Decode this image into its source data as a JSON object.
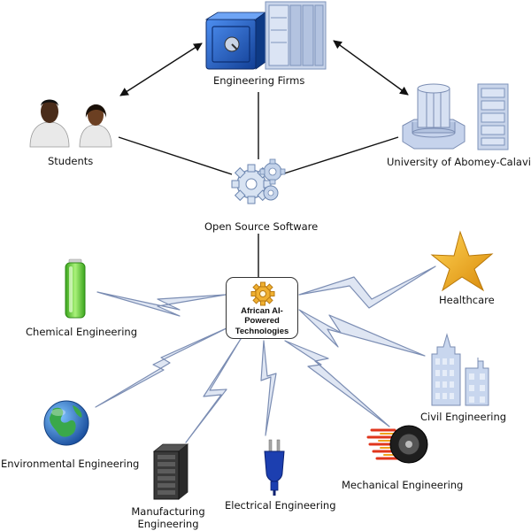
{
  "nodes": {
    "engineering_firms": "Engineering Firms",
    "students": "Students",
    "university": "University of Abomey-Calavi",
    "open_source": "Open Source Software",
    "center": "African AI-Powered Technologies",
    "healthcare": "Healthcare",
    "chemical": "Chemical Engineering",
    "civil": "Civil Engineering",
    "environmental": "Environmental Engineering",
    "mechanical": "Mechanical Engineering",
    "manufacturing": "Manufacturing Engineering",
    "electrical": "Electrical Engineering"
  },
  "icons": {
    "engineering_firms": [
      "safe-icon",
      "server-rack-icon"
    ],
    "students": "people-icon",
    "university": [
      "building-icon",
      "server-rack-icon"
    ],
    "open_source": "gears-icon",
    "center": "gear-icon",
    "healthcare": "star-icon",
    "chemical": "battery-icon",
    "civil": "skyscrapers-icon",
    "environmental": "globe-icon",
    "mechanical": "tire-icon",
    "manufacturing": "server-cabinet-icon",
    "electrical": "plug-icon"
  },
  "colors": {
    "bolt_fill": "#dfe6f3",
    "bolt_stroke": "#7b8db3",
    "icon_blue": "#b9c9e6",
    "safe_blue": "#1f5fc4",
    "gear_gold": "#e8a020",
    "star_gold": "#f2b01e",
    "battery_green": "#6fd63a",
    "globe_blue": "#2a72c8",
    "globe_green": "#3aa84a",
    "plug_blue": "#1c3fb0"
  }
}
